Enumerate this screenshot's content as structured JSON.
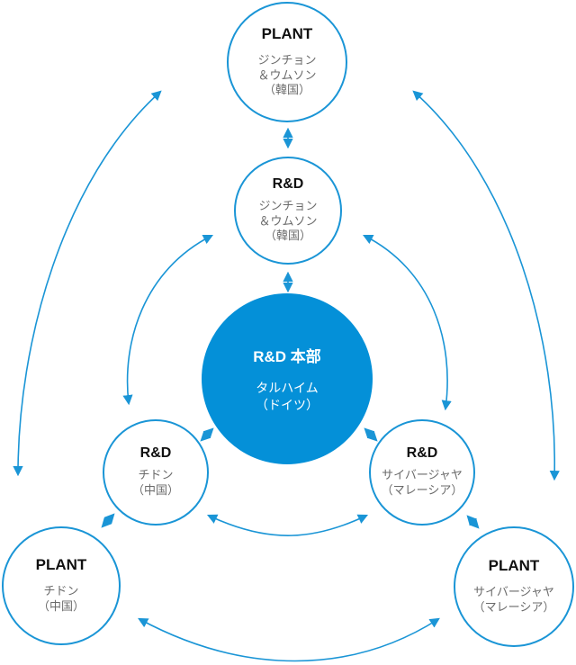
{
  "colors": {
    "accent": "#1a95d6",
    "hq_fill": "#0490d8"
  },
  "nodes": {
    "plant_korea": {
      "title": "PLANT",
      "line1": "ジンチョン",
      "line2": "＆ウムソン",
      "line3": "（韓国）"
    },
    "rd_korea": {
      "title": "R&D",
      "line1": "ジンチョン",
      "line2": "＆ウムソン",
      "line3": "（韓国）"
    },
    "hq": {
      "title": "R&D 本部",
      "line1": "タルハイム",
      "line2": "（ドイツ）"
    },
    "rd_china": {
      "title": "R&D",
      "line1": "チドン",
      "line2": "（中国）"
    },
    "rd_malaysia": {
      "title": "R&D",
      "line1": "サイバージャヤ",
      "line2": "（マレーシア）"
    },
    "plant_china": {
      "title": "PLANT",
      "line1": "チドン",
      "line2": "（中国）"
    },
    "plant_malaysia": {
      "title": "PLANT",
      "line1": "サイバージャヤ",
      "line2": "（マレーシア）"
    }
  }
}
